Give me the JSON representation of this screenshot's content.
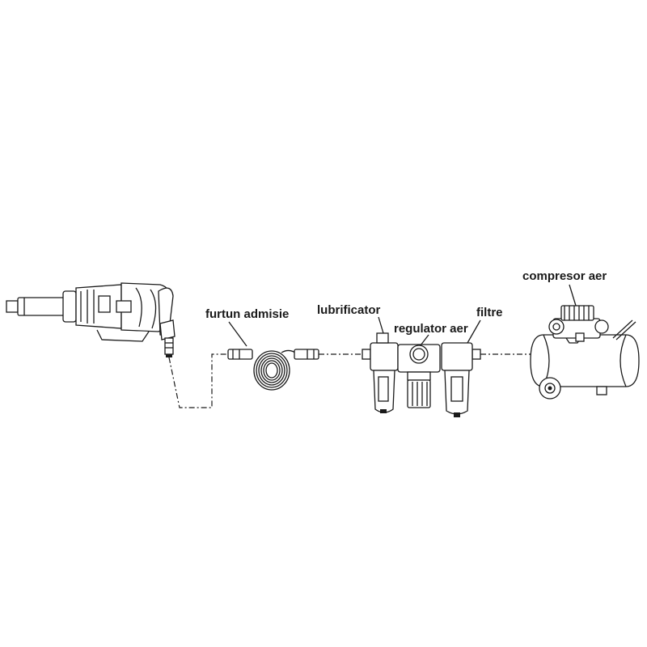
{
  "labels": {
    "hose": "furtun admisie",
    "lubricator": "lubrificator",
    "regulator": "regulator aer",
    "filters": "filtre",
    "compressor": "compresor aer"
  },
  "icons": [
    "impact-wrench-icon",
    "coiled-hose-icon",
    "frl-unit-icon",
    "air-compressor-icon"
  ],
  "colors": {
    "line": "#1a1a1a",
    "background": "#ffffff"
  }
}
